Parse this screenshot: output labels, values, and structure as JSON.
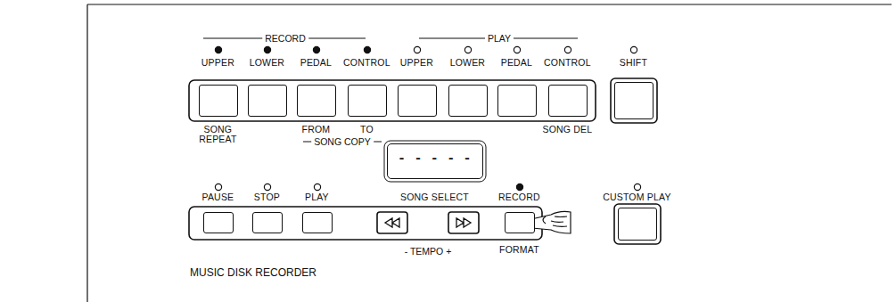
{
  "diagram": {
    "nodes": [
      {
        "text": [
          "UPPER",
          "SONG REPEAT"
        ]
      },
      {
        "text": [
          "LOWER"
        ]
      },
      {
        "text": [
          "PEDAL",
          "FROM"
        ]
      },
      {
        "text": [
          "CONTROL",
          "TO"
        ]
      },
      {
        "text": [
          "UPPER"
        ]
      },
      {
        "text": [
          "LOWER"
        ]
      },
      {
        "text": [
          "PEDAL"
        ]
      },
      {
        "text": [
          "CONTROL",
          "SONG DEL"
        ]
      },
      {
        "text": [
          "SHIFT"
        ]
      },
      {
        "text": [
          "- - - - -",
          "SONG SELECT"
        ]
      },
      {
        "text": [
          "PAUSE"
        ]
      },
      {
        "text": [
          "STOP"
        ]
      },
      {
        "text": [
          "PLAY"
        ]
      },
      {
        "text": [
          "RECORD",
          "FORMAT"
        ]
      },
      {
        "text": [
          "CUSTOM PLAY"
        ]
      }
    ],
    "labels": [
      "RECORD",
      "PLAY",
      "SONG COPY",
      "- TEMPO +",
      "MUSIC DISK RECORDER"
    ]
  }
}
